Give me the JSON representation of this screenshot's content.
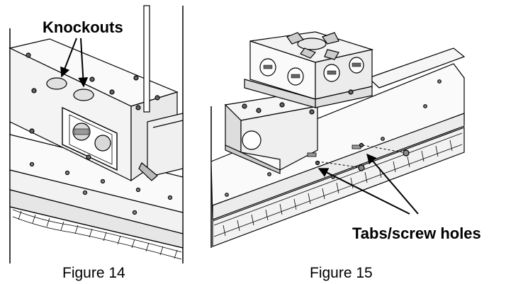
{
  "figures": [
    {
      "caption": "Figure 14",
      "callout": "Knockouts"
    },
    {
      "caption": "Figure 15",
      "callout": "Tabs/screw holes"
    }
  ],
  "colors": {
    "line": "#000000",
    "fill_light": "#f2f2f2",
    "fill_mid": "#d9d9d9",
    "background": "#ffffff"
  }
}
